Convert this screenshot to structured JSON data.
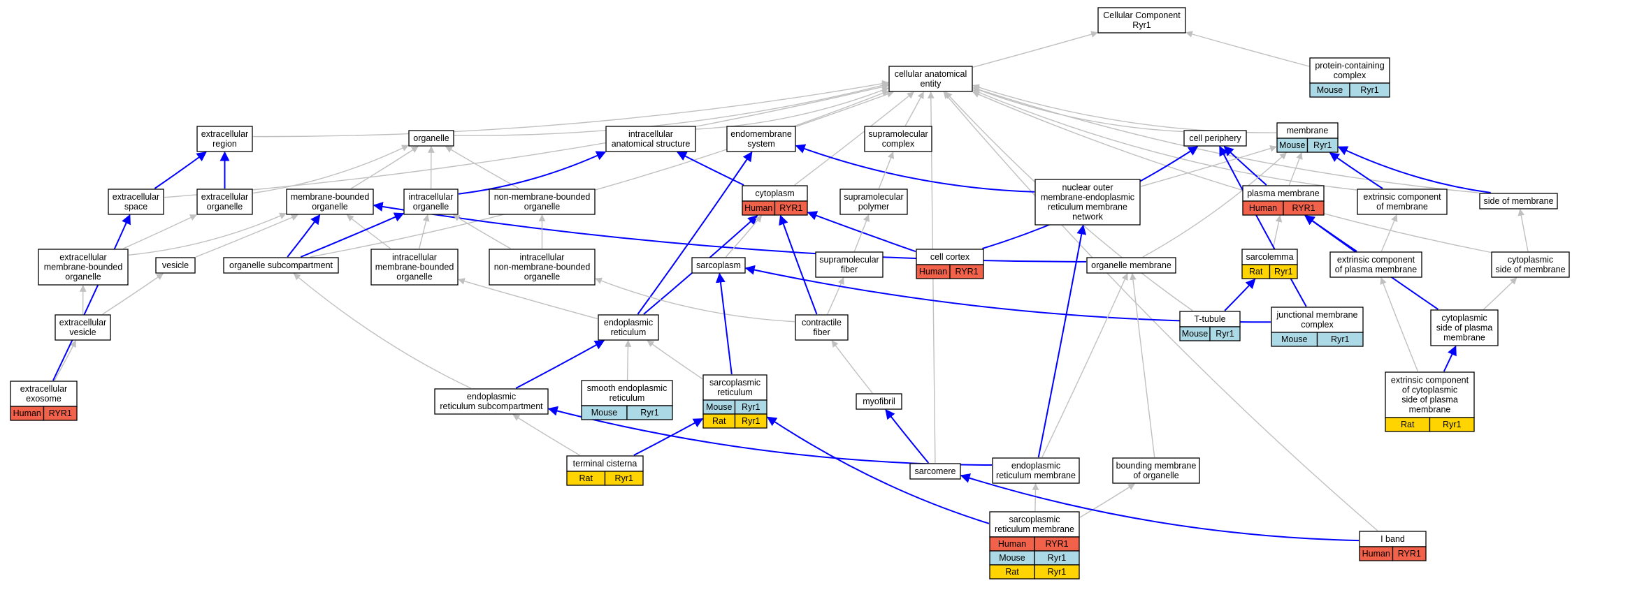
{
  "colors": {
    "edge_is_a": "#c0c0c0",
    "edge_part_of": "#0000ff",
    "box_border": "#000000",
    "Human": "#f26149",
    "Mouse": "#abd9e6",
    "Rat": "#ffd400"
  },
  "nodes": [
    {
      "id": "cellular_component",
      "lines": [
        "Cellular Component",
        "Ryr1"
      ],
      "tags": []
    },
    {
      "id": "cellular_anatomical_entity",
      "lines": [
        "cellular anatomical",
        "entity"
      ],
      "tags": []
    },
    {
      "id": "protein_containing_complex",
      "lines": [
        "protein-containing",
        "complex"
      ],
      "tags": [
        [
          "Mouse",
          "Ryr1"
        ]
      ]
    },
    {
      "id": "extracellular_region",
      "lines": [
        "extracellular",
        "region"
      ],
      "tags": []
    },
    {
      "id": "organelle",
      "lines": [
        "organelle"
      ],
      "tags": []
    },
    {
      "id": "intracellular_anatomical_structure",
      "lines": [
        "intracellular",
        "anatomical structure"
      ],
      "tags": []
    },
    {
      "id": "endomembrane_system",
      "lines": [
        "endomembrane",
        "system"
      ],
      "tags": []
    },
    {
      "id": "supramolecular_complex",
      "lines": [
        "supramolecular",
        "complex"
      ],
      "tags": []
    },
    {
      "id": "cell_periphery",
      "lines": [
        "cell periphery"
      ],
      "tags": []
    },
    {
      "id": "membrane",
      "lines": [
        "membrane"
      ],
      "tags": [
        [
          "Mouse",
          "Ryr1"
        ]
      ]
    },
    {
      "id": "extracellular_space",
      "lines": [
        "extracellular",
        "space"
      ],
      "tags": []
    },
    {
      "id": "extracellular_organelle",
      "lines": [
        "extracellular",
        "organelle"
      ],
      "tags": []
    },
    {
      "id": "membrane_bounded_organelle",
      "lines": [
        "membrane-bounded",
        "organelle"
      ],
      "tags": []
    },
    {
      "id": "intracellular_organelle",
      "lines": [
        "intracellular",
        "organelle"
      ],
      "tags": []
    },
    {
      "id": "non_membrane_bounded_organelle",
      "lines": [
        "non-membrane-bounded",
        "organelle"
      ],
      "tags": []
    },
    {
      "id": "cytoplasm",
      "lines": [
        "cytoplasm"
      ],
      "tags": [
        [
          "Human",
          "RYR1"
        ]
      ]
    },
    {
      "id": "supramolecular_polymer",
      "lines": [
        "supramolecular",
        "polymer"
      ],
      "tags": []
    },
    {
      "id": "nuclear_outer_membrane_er_network",
      "lines": [
        "nuclear outer",
        "membrane-endoplasmic",
        "reticulum membrane",
        "network"
      ],
      "tags": []
    },
    {
      "id": "plasma_membrane",
      "lines": [
        "plasma membrane"
      ],
      "tags": [
        [
          "Human",
          "RYR1"
        ]
      ]
    },
    {
      "id": "extrinsic_component_of_membrane",
      "lines": [
        "extrinsic component",
        "of membrane"
      ],
      "tags": []
    },
    {
      "id": "side_of_membrane",
      "lines": [
        "side of membrane"
      ],
      "tags": []
    },
    {
      "id": "extracellular_membrane_bounded_organelle",
      "lines": [
        "extracellular",
        "membrane-bounded",
        "organelle"
      ],
      "tags": []
    },
    {
      "id": "vesicle",
      "lines": [
        "vesicle"
      ],
      "tags": []
    },
    {
      "id": "organelle_subcompartment",
      "lines": [
        "organelle subcompartment"
      ],
      "tags": []
    },
    {
      "id": "intracellular_membrane_bounded_organelle",
      "lines": [
        "intracellular",
        "membrane-bounded",
        "organelle"
      ],
      "tags": []
    },
    {
      "id": "intracellular_non_membrane_bounded_organelle",
      "lines": [
        "intracellular",
        "non-membrane-bounded",
        "organelle"
      ],
      "tags": []
    },
    {
      "id": "sarcoplasm",
      "lines": [
        "sarcoplasm"
      ],
      "tags": []
    },
    {
      "id": "supramolecular_fiber",
      "lines": [
        "supramolecular",
        "fiber"
      ],
      "tags": []
    },
    {
      "id": "cell_cortex",
      "lines": [
        "cell cortex"
      ],
      "tags": [
        [
          "Human",
          "RYR1"
        ]
      ]
    },
    {
      "id": "organelle_membrane",
      "lines": [
        "organelle membrane"
      ],
      "tags": []
    },
    {
      "id": "sarcolemma",
      "lines": [
        "sarcolemma"
      ],
      "tags": [
        [
          "Rat",
          "Ryr1"
        ]
      ]
    },
    {
      "id": "extrinsic_component_of_plasma_membrane",
      "lines": [
        "extrinsic component",
        "of plasma membrane"
      ],
      "tags": []
    },
    {
      "id": "cytoplasmic_side_of_membrane",
      "lines": [
        "cytoplasmic",
        "side of membrane"
      ],
      "tags": []
    },
    {
      "id": "extracellular_vesicle",
      "lines": [
        "extracellular",
        "vesicle"
      ],
      "tags": []
    },
    {
      "id": "endoplasmic_reticulum",
      "lines": [
        "endoplasmic",
        "reticulum"
      ],
      "tags": []
    },
    {
      "id": "contractile_fiber",
      "lines": [
        "contractile",
        "fiber"
      ],
      "tags": []
    },
    {
      "id": "t_tubule",
      "lines": [
        "T-tubule"
      ],
      "tags": [
        [
          "Mouse",
          "Ryr1"
        ]
      ]
    },
    {
      "id": "junctional_membrane_complex",
      "lines": [
        "junctional membrane",
        "complex"
      ],
      "tags": [
        [
          "Mouse",
          "Ryr1"
        ]
      ]
    },
    {
      "id": "cytoplasmic_side_of_plasma_membrane",
      "lines": [
        "cytoplasmic",
        "side of plasma",
        "membrane"
      ],
      "tags": []
    },
    {
      "id": "extracellular_exosome",
      "lines": [
        "extracellular",
        "exosome"
      ],
      "tags": [
        [
          "Human",
          "RYR1"
        ]
      ]
    },
    {
      "id": "er_subcompartment",
      "lines": [
        "endoplasmic",
        "reticulum subcompartment"
      ],
      "tags": []
    },
    {
      "id": "smooth_er",
      "lines": [
        "smooth endoplasmic",
        "reticulum"
      ],
      "tags": [
        [
          "Mouse",
          "Ryr1"
        ]
      ]
    },
    {
      "id": "sarcoplasmic_reticulum",
      "lines": [
        "sarcoplasmic",
        "reticulum"
      ],
      "tags": [
        [
          "Mouse",
          "Ryr1"
        ],
        [
          "Rat",
          "Ryr1"
        ]
      ]
    },
    {
      "id": "myofibril",
      "lines": [
        "myofibril"
      ],
      "tags": []
    },
    {
      "id": "extrinsic_component_cyto_side_pm",
      "lines": [
        "extrinsic component",
        "of cytoplasmic",
        "side of plasma",
        "membrane"
      ],
      "tags": [
        [
          "Rat",
          "Ryr1"
        ]
      ]
    },
    {
      "id": "terminal_cisterna",
      "lines": [
        "terminal cisterna"
      ],
      "tags": [
        [
          "Rat",
          "Ryr1"
        ]
      ]
    },
    {
      "id": "sarcomere",
      "lines": [
        "sarcomere"
      ],
      "tags": []
    },
    {
      "id": "er_membrane",
      "lines": [
        "endoplasmic",
        "reticulum membrane"
      ],
      "tags": []
    },
    {
      "id": "bounding_membrane_of_organelle",
      "lines": [
        "bounding membrane",
        "of organelle"
      ],
      "tags": []
    },
    {
      "id": "sarcoplasmic_reticulum_membrane",
      "lines": [
        "sarcoplasmic",
        "reticulum membrane"
      ],
      "tags": [
        [
          "Human",
          "RYR1"
        ],
        [
          "Mouse",
          "Ryr1"
        ],
        [
          "Rat",
          "Ryr1"
        ]
      ]
    },
    {
      "id": "i_band",
      "lines": [
        "I band"
      ],
      "tags": [
        [
          "Human",
          "RYR1"
        ]
      ]
    }
  ],
  "edges": [
    {
      "from": "cellular_anatomical_entity",
      "to": "cellular_component",
      "type": "is_a"
    },
    {
      "from": "protein_containing_complex",
      "to": "cellular_component",
      "type": "is_a"
    },
    {
      "from": "extracellular_region",
      "to": "cellular_anatomical_entity",
      "type": "is_a"
    },
    {
      "from": "organelle",
      "to": "cellular_anatomical_entity",
      "type": "is_a"
    },
    {
      "from": "intracellular_anatomical_structure",
      "to": "cellular_anatomical_entity",
      "type": "is_a"
    },
    {
      "from": "endomembrane_system",
      "to": "cellular_anatomical_entity",
      "type": "is_a"
    },
    {
      "from": "supramolecular_complex",
      "to": "cellular_anatomical_entity",
      "type": "is_a"
    },
    {
      "from": "cell_periphery",
      "to": "cellular_anatomical_entity",
      "type": "is_a"
    },
    {
      "from": "membrane",
      "to": "cellular_anatomical_entity",
      "type": "is_a"
    },
    {
      "from": "extracellular_space",
      "to": "cellular_anatomical_entity",
      "type": "is_a"
    },
    {
      "from": "cytoplasm",
      "to": "cellular_anatomical_entity",
      "type": "is_a"
    },
    {
      "from": "organelle_subcompartment",
      "to": "cellular_anatomical_entity",
      "type": "is_a"
    },
    {
      "from": "sarcomere",
      "to": "cellular_anatomical_entity",
      "type": "is_a"
    },
    {
      "from": "t_tubule",
      "to": "cellular_anatomical_entity",
      "type": "is_a"
    },
    {
      "from": "extrinsic_component_of_membrane",
      "to": "cellular_anatomical_entity",
      "type": "is_a"
    },
    {
      "from": "side_of_membrane",
      "to": "cellular_anatomical_entity",
      "type": "is_a"
    },
    {
      "from": "cytoplasmic_side_of_membrane",
      "to": "cellular_anatomical_entity",
      "type": "is_a"
    },
    {
      "from": "i_band",
      "to": "cellular_anatomical_entity",
      "type": "is_a"
    },
    {
      "from": "extracellular_space",
      "to": "extracellular_region",
      "type": "part_of"
    },
    {
      "from": "extracellular_organelle",
      "to": "extracellular_region",
      "type": "part_of"
    },
    {
      "from": "extracellular_organelle",
      "to": "organelle",
      "type": "is_a"
    },
    {
      "from": "membrane_bounded_organelle",
      "to": "organelle",
      "type": "is_a"
    },
    {
      "from": "intracellular_organelle",
      "to": "organelle",
      "type": "is_a"
    },
    {
      "from": "non_membrane_bounded_organelle",
      "to": "organelle",
      "type": "is_a"
    },
    {
      "from": "intracellular_organelle",
      "to": "intracellular_anatomical_structure",
      "type": "part_of"
    },
    {
      "from": "cytoplasm",
      "to": "intracellular_anatomical_structure",
      "type": "part_of"
    },
    {
      "from": "endoplasmic_reticulum",
      "to": "endomembrane_system",
      "type": "part_of"
    },
    {
      "from": "nuclear_outer_membrane_er_network",
      "to": "endomembrane_system",
      "type": "part_of"
    },
    {
      "from": "supramolecular_polymer",
      "to": "supramolecular_complex",
      "type": "is_a"
    },
    {
      "from": "cell_cortex",
      "to": "cell_periphery",
      "type": "part_of"
    },
    {
      "from": "plasma_membrane",
      "to": "cell_periphery",
      "type": "part_of"
    },
    {
      "from": "plasma_membrane",
      "to": "membrane",
      "type": "is_a"
    },
    {
      "from": "organelle_membrane",
      "to": "membrane",
      "type": "is_a"
    },
    {
      "from": "nuclear_outer_membrane_er_network",
      "to": "membrane",
      "type": "is_a"
    },
    {
      "from": "extrinsic_component_of_membrane",
      "to": "membrane",
      "type": "part_of"
    },
    {
      "from": "side_of_membrane",
      "to": "membrane",
      "type": "part_of"
    },
    {
      "from": "extracellular_membrane_bounded_organelle",
      "to": "extracellular_organelle",
      "type": "is_a"
    },
    {
      "from": "extracellular_membrane_bounded_organelle",
      "to": "membrane_bounded_organelle",
      "type": "is_a"
    },
    {
      "from": "intracellular_membrane_bounded_organelle",
      "to": "membrane_bounded_organelle",
      "type": "is_a"
    },
    {
      "from": "vesicle",
      "to": "membrane_bounded_organelle",
      "type": "is_a"
    },
    {
      "from": "organelle_subcompartment",
      "to": "membrane_bounded_organelle",
      "type": "part_of"
    },
    {
      "from": "organelle_membrane",
      "to": "membrane_bounded_organelle",
      "type": "part_of"
    },
    {
      "from": "organelle_subcompartment",
      "to": "intracellular_organelle",
      "type": "part_of"
    },
    {
      "from": "intracellular_membrane_bounded_organelle",
      "to": "intracellular_organelle",
      "type": "is_a"
    },
    {
      "from": "intracellular_non_membrane_bounded_organelle",
      "to": "intracellular_organelle",
      "type": "is_a"
    },
    {
      "from": "intracellular_non_membrane_bounded_organelle",
      "to": "non_membrane_bounded_organelle",
      "type": "is_a"
    },
    {
      "from": "endoplasmic_reticulum",
      "to": "cytoplasm",
      "type": "part_of"
    },
    {
      "from": "sarcoplasm",
      "to": "cytoplasm",
      "type": "is_a"
    },
    {
      "from": "contractile_fiber",
      "to": "cytoplasm",
      "type": "part_of"
    },
    {
      "from": "cell_cortex",
      "to": "cytoplasm",
      "type": "part_of"
    },
    {
      "from": "supramolecular_fiber",
      "to": "supramolecular_polymer",
      "type": "is_a"
    },
    {
      "from": "er_membrane",
      "to": "nuclear_outer_membrane_er_network",
      "type": "part_of"
    },
    {
      "from": "sarcolemma",
      "to": "plasma_membrane",
      "type": "is_a"
    },
    {
      "from": "extrinsic_component_of_plasma_membrane",
      "to": "plasma_membrane",
      "type": "part_of"
    },
    {
      "from": "cytoplasmic_side_of_plasma_membrane",
      "to": "plasma_membrane",
      "type": "part_of"
    },
    {
      "from": "extrinsic_component_of_plasma_membrane",
      "to": "extrinsic_component_of_membrane",
      "type": "is_a"
    },
    {
      "from": "cytoplasmic_side_of_membrane",
      "to": "side_of_membrane",
      "type": "is_a"
    },
    {
      "from": "extracellular_vesicle",
      "to": "extracellular_membrane_bounded_organelle",
      "type": "is_a"
    },
    {
      "from": "extracellular_vesicle",
      "to": "vesicle",
      "type": "is_a"
    },
    {
      "from": "extracellular_exosome",
      "to": "extracellular_vesicle",
      "type": "is_a"
    },
    {
      "from": "extracellular_exosome",
      "to": "extracellular_space",
      "type": "part_of"
    },
    {
      "from": "endoplasmic_reticulum",
      "to": "intracellular_membrane_bounded_organelle",
      "type": "is_a"
    },
    {
      "from": "contractile_fiber",
      "to": "supramolecular_fiber",
      "type": "is_a"
    },
    {
      "from": "contractile_fiber",
      "to": "intracellular_non_membrane_bounded_organelle",
      "type": "is_a"
    },
    {
      "from": "junctional_membrane_complex",
      "to": "sarcoplasm",
      "type": "part_of"
    },
    {
      "from": "sarcoplasmic_reticulum",
      "to": "sarcoplasm",
      "type": "part_of"
    },
    {
      "from": "t_tubule",
      "to": "sarcolemma",
      "type": "part_of"
    },
    {
      "from": "junctional_membrane_complex",
      "to": "cell_periphery",
      "type": "part_of"
    },
    {
      "from": "extrinsic_component_cyto_side_pm",
      "to": "cytoplasmic_side_of_plasma_membrane",
      "type": "part_of"
    },
    {
      "from": "extrinsic_component_cyto_side_pm",
      "to": "extrinsic_component_of_plasma_membrane",
      "type": "is_a"
    },
    {
      "from": "cytoplasmic_side_of_plasma_membrane",
      "to": "cytoplasmic_side_of_membrane",
      "type": "is_a"
    },
    {
      "from": "er_subcompartment",
      "to": "endoplasmic_reticulum",
      "type": "part_of"
    },
    {
      "from": "er_subcompartment",
      "to": "organelle_subcompartment",
      "type": "is_a"
    },
    {
      "from": "smooth_er",
      "to": "endoplasmic_reticulum",
      "type": "is_a"
    },
    {
      "from": "sarcoplasmic_reticulum",
      "to": "endoplasmic_reticulum",
      "type": "is_a"
    },
    {
      "from": "myofibril",
      "to": "contractile_fiber",
      "type": "is_a"
    },
    {
      "from": "terminal_cisterna",
      "to": "sarcoplasmic_reticulum",
      "type": "part_of"
    },
    {
      "from": "terminal_cisterna",
      "to": "er_subcompartment",
      "type": "is_a"
    },
    {
      "from": "sarcomere",
      "to": "myofibril",
      "type": "part_of"
    },
    {
      "from": "er_membrane",
      "to": "er_subcompartment",
      "type": "part_of"
    },
    {
      "from": "er_membrane",
      "to": "organelle_membrane",
      "type": "is_a"
    },
    {
      "from": "bounding_membrane_of_organelle",
      "to": "organelle_membrane",
      "type": "is_a"
    },
    {
      "from": "sarcoplasmic_reticulum_membrane",
      "to": "sarcoplasmic_reticulum",
      "type": "part_of"
    },
    {
      "from": "sarcoplasmic_reticulum_membrane",
      "to": "er_membrane",
      "type": "is_a"
    },
    {
      "from": "sarcoplasmic_reticulum_membrane",
      "to": "bounding_membrane_of_organelle",
      "type": "is_a"
    },
    {
      "from": "i_band",
      "to": "sarcomere",
      "type": "part_of"
    }
  ]
}
